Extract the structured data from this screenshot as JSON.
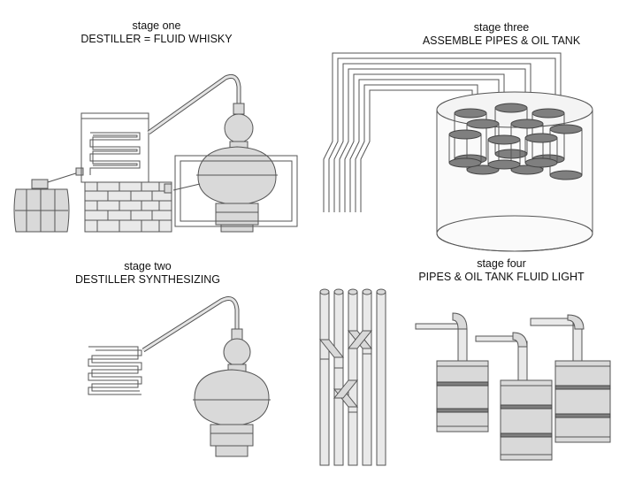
{
  "stages": [
    {
      "stage": "stage one",
      "title": "DESTILLER = FLUID WHISKY"
    },
    {
      "stage": "stage two",
      "title": "DESTILLER SYNTHESIZING"
    },
    {
      "stage": "stage three",
      "title": "ASSEMBLE PIPES & OIL TANK"
    },
    {
      "stage": "stage four",
      "title": "PIPES & OIL TANK FLUID LIGHT"
    }
  ],
  "colors": {
    "line": "#555555",
    "fill": "#d9d9d9",
    "dark": "#7f7f7f",
    "background": "#ffffff"
  }
}
